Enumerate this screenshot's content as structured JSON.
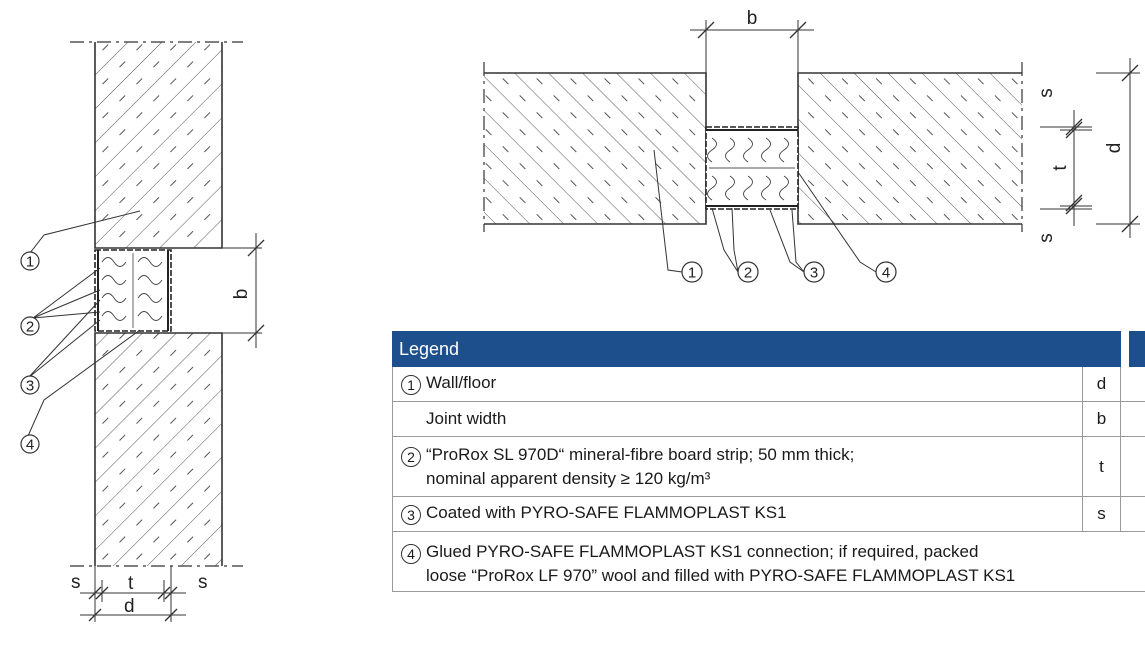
{
  "dimensions": {
    "b": "b",
    "t": "t",
    "s": "s",
    "d": "d"
  },
  "callouts": [
    "1",
    "2",
    "3",
    "4"
  ],
  "legend": {
    "title": "Legend",
    "rows": [
      {
        "num": "1",
        "text": "Wall/floor",
        "symbol": "d"
      },
      {
        "num": "",
        "text": "Joint width",
        "symbol": "b"
      },
      {
        "num": "2",
        "text_line1": "“ProRox SL 970D“ mineral-fibre board strip; 50 mm thick;",
        "text_line2": "nominal apparent density ≥ 120 kg/m³",
        "symbol": "t"
      },
      {
        "num": "3",
        "text": "Coated with PYRO-SAFE FLAMMOPLAST KS1",
        "symbol": "s"
      },
      {
        "num": "4",
        "text_line1": "Glued PYRO-SAFE FLAMMOPLAST KS1 connection; if required, packed",
        "text_line2": "loose “ProRox LF 970” wool and filled with PYRO-SAFE FLAMMOPLAST KS1"
      }
    ]
  },
  "colors": {
    "header_bg": "#1d4f8c",
    "line": "#333333"
  }
}
